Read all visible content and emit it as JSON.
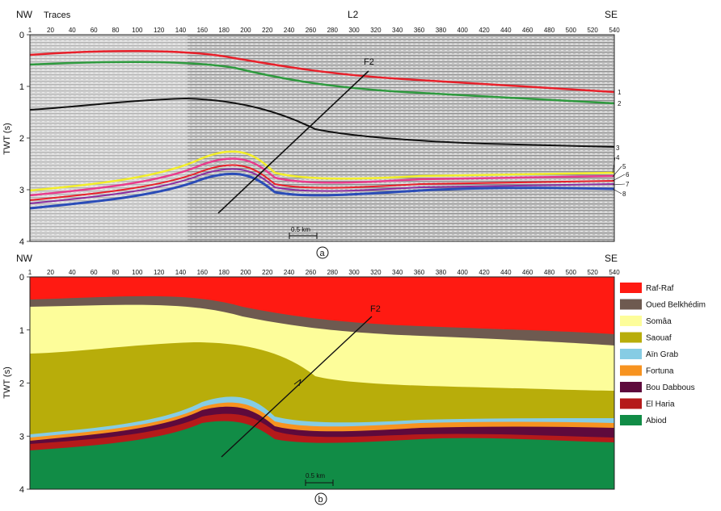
{
  "panel_a": {
    "left_label": "NW",
    "right_label": "SE",
    "traces_label": "Traces",
    "line_label": "L2",
    "y_axis_label": "TWT (s)",
    "x_ticks": [
      "1",
      "20",
      "40",
      "60",
      "80",
      "100",
      "120",
      "140",
      "160",
      "180",
      "200",
      "220",
      "240",
      "260",
      "280",
      "300",
      "320",
      "340",
      "360",
      "380",
      "400",
      "420",
      "440",
      "460",
      "480",
      "500",
      "520",
      "540"
    ],
    "y_ticks": [
      "0",
      "1",
      "2",
      "3",
      "4"
    ],
    "fault_label": "F2",
    "scale_label": "0.5 km",
    "panel_letter": "a",
    "horizon_labels": [
      "1",
      "2",
      "3",
      "4",
      "5",
      "6",
      "7",
      "8"
    ],
    "horizon_colors": [
      "#e8202a",
      "#2e9a3e",
      "#111111",
      "#f2ee2a",
      "#e83c8c",
      "#e8202a",
      "#8a2da0",
      "#2a4cb8"
    ]
  },
  "panel_b": {
    "left_label": "NW",
    "right_label": "SE",
    "y_axis_label": "TWT (s)",
    "x_ticks": [
      "1",
      "20",
      "40",
      "60",
      "80",
      "100",
      "120",
      "140",
      "160",
      "180",
      "200",
      "220",
      "240",
      "260",
      "280",
      "300",
      "320",
      "340",
      "360",
      "380",
      "400",
      "420",
      "440",
      "460",
      "480",
      "500",
      "520",
      "540"
    ],
    "y_ticks": [
      "0",
      "1",
      "2",
      "3",
      "4"
    ],
    "fault_label": "F2",
    "scale_label": "0.5 km",
    "panel_letter": "b",
    "legend": [
      {
        "label": "Raf-Raf",
        "color": "#ff1a12"
      },
      {
        "label": "Oued Belkhédim",
        "color": "#6e5a50"
      },
      {
        "label": "Somâa",
        "color": "#fdfd9a"
      },
      {
        "label": "Saouaf",
        "color": "#b8ad0a"
      },
      {
        "label": "Aïn Grab",
        "color": "#86cce4"
      },
      {
        "label": "Fortuna",
        "color": "#f79320"
      },
      {
        "label": "Bou Dabbous",
        "color": "#5e0a3c"
      },
      {
        "label": "El Haria",
        "color": "#b51a1a"
      },
      {
        "label": "Abiod",
        "color": "#118c46"
      }
    ]
  }
}
